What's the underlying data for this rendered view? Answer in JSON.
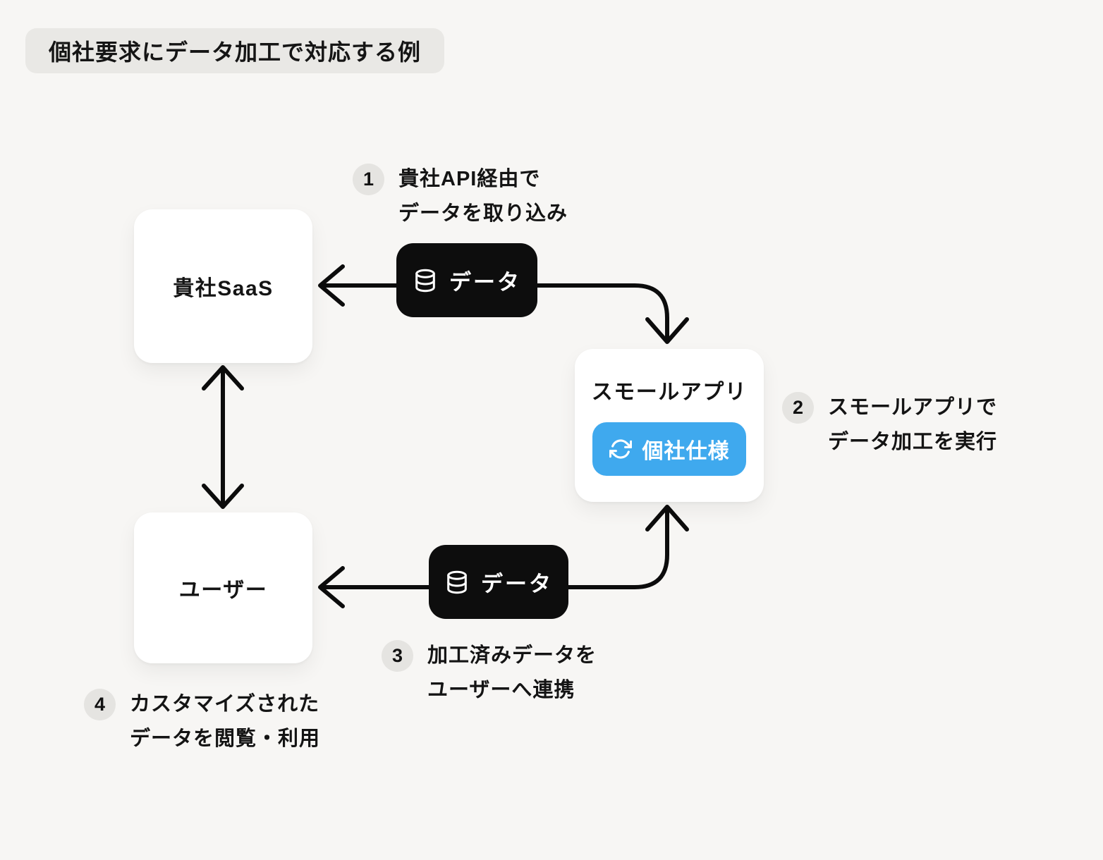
{
  "title": "個社要求にデータ加工で対応する例",
  "nodes": {
    "saas": {
      "label": "貴社SaaS"
    },
    "small_app": {
      "label": "スモールアプリ",
      "badge_label": "個社仕様"
    },
    "user": {
      "label": "ユーザー"
    }
  },
  "pills": {
    "top": {
      "label": "データ"
    },
    "bottom": {
      "label": "データ"
    }
  },
  "steps": [
    {
      "num": "1",
      "line1": "貴社API経由で",
      "line2": "データを取り込み"
    },
    {
      "num": "2",
      "line1": "スモールアプリで",
      "line2": "データ加工を実行"
    },
    {
      "num": "3",
      "line1": "加工済みデータを",
      "line2": "ユーザーへ連携"
    },
    {
      "num": "4",
      "line1": "カスタマイズされた",
      "line2": "データを閲覧・利用"
    }
  ],
  "colors": {
    "background": "#f7f6f4",
    "badge_gray": "#e9e8e5",
    "step_circle_gray": "#e5e4e1",
    "pill_black": "#0d0d0d",
    "accent_blue": "#3fa9ee",
    "arrow_black": "#0c0c0c",
    "node_white": "#ffffff"
  }
}
